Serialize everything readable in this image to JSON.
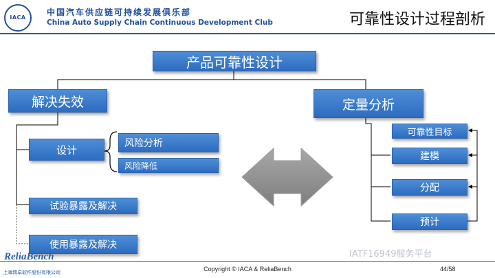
{
  "header": {
    "logo_text": "IACA",
    "org_name_cn": "中国汽车供应链可持续发展俱乐部",
    "org_name_en": "China Auto Supply Chain Continuous Development Club",
    "slide_title": "可靠性设计过程剖析"
  },
  "diagram": {
    "root": "产品可靠性设计",
    "left_branch": {
      "title": "解决失效",
      "design": "设计",
      "design_items": [
        "风险分析",
        "风险降低"
      ],
      "test": "试验暴露及解决",
      "use": "使用暴露及解决"
    },
    "right_branch": {
      "title": "定量分析",
      "items": [
        "可靠性目标",
        "建模",
        "分配",
        "预计"
      ]
    }
  },
  "footer": {
    "brand": "ReliaBench",
    "brand_sub": "上海瑞卓软件股份有限公司",
    "copyright": "Copyright © IACA & ReliaBench",
    "page": "44/58",
    "watermark": "IATF16949服务平台"
  }
}
